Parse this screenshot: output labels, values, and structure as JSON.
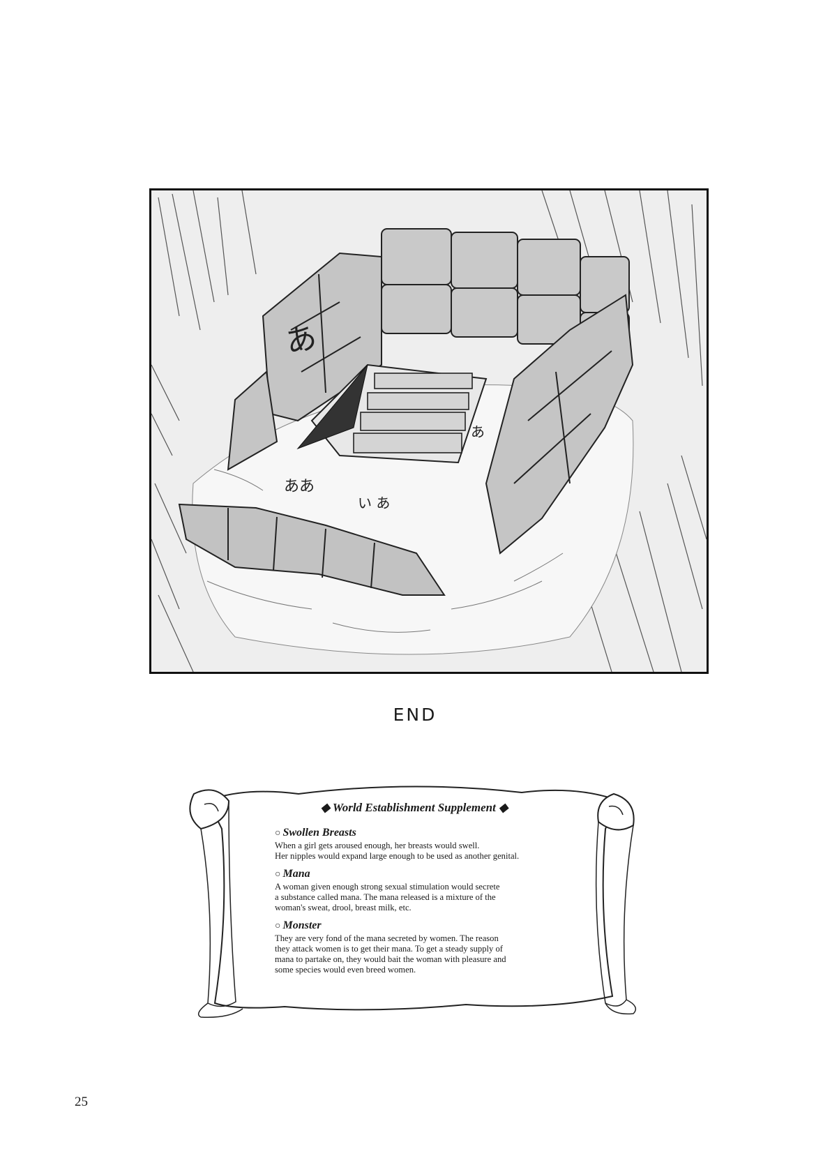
{
  "illustration": {
    "subject": "stone-ruin-stairway",
    "sound_effects": [
      "あ",
      "あ",
      "ああ",
      "い あ"
    ]
  },
  "end_label": "END",
  "supplement": {
    "title": "◆ World Establishment Supplement ◆",
    "entries": [
      {
        "bullet": "○",
        "heading": "Swollen Breasts",
        "lines": [
          "When a girl gets aroused enough, her breasts would swell.",
          "Her nipples would expand large enough to be used as another genital."
        ]
      },
      {
        "bullet": "○",
        "heading": "Mana",
        "lines": [
          "A woman given enough strong sexual stimulation would secrete",
          "a substance called mana. The mana released is a mixture of the",
          "woman's sweat, drool, breast milk, etc."
        ]
      },
      {
        "bullet": "○",
        "heading": "Monster",
        "lines": [
          "They are very fond of the mana secreted by women.  The reason",
          "they attack women is to get their mana.  To get a steady supply of",
          "mana to partake on, they would bait the woman with pleasure and",
          "some species would even breed women."
        ]
      }
    ]
  },
  "page_number": "25"
}
